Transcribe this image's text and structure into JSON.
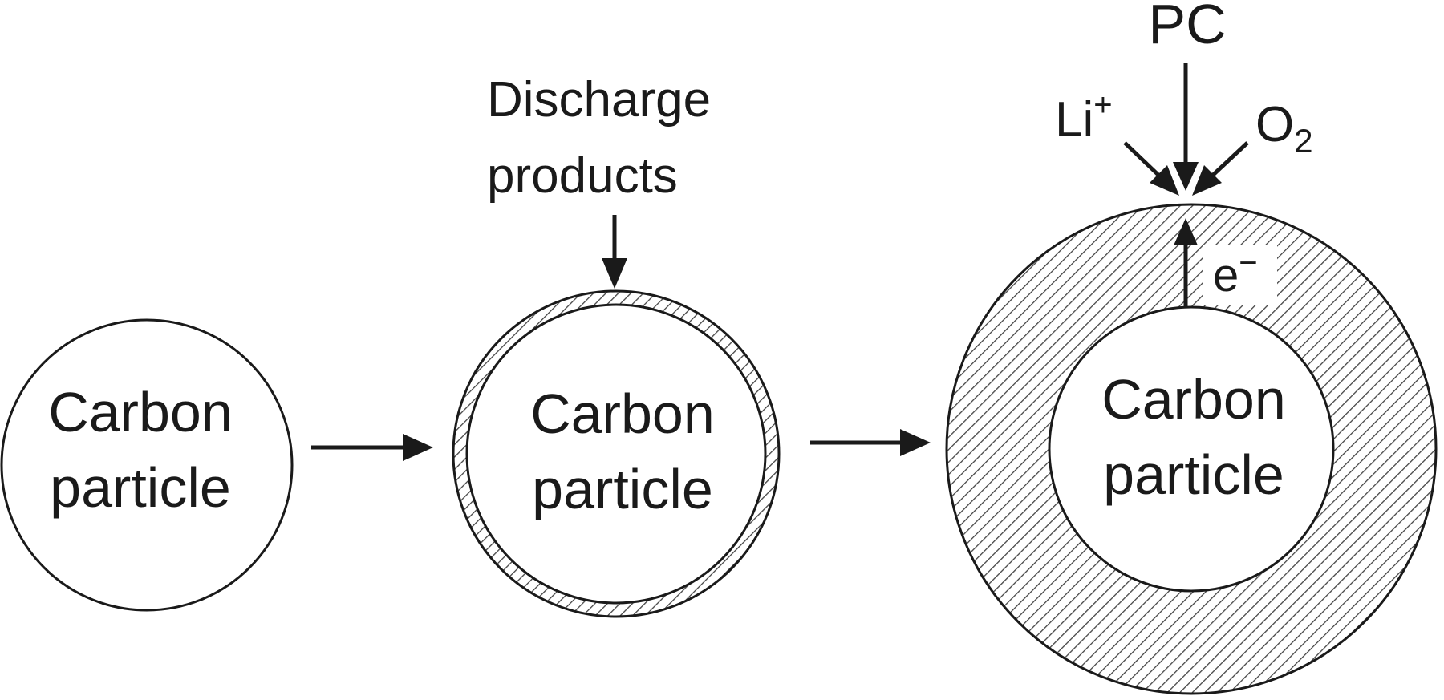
{
  "particle_label_line1": "Carbon",
  "particle_label_line2": "particle",
  "discharge_label_line1": "Discharge",
  "discharge_label_line2": "products",
  "species": {
    "pc": "PC",
    "li": "Li",
    "li_charge": "+",
    "o2": "O",
    "o2_sub": "2",
    "electron": "e",
    "electron_charge": "−"
  },
  "colors": {
    "ink": "#1a1a1a",
    "background": "#ffffff"
  }
}
